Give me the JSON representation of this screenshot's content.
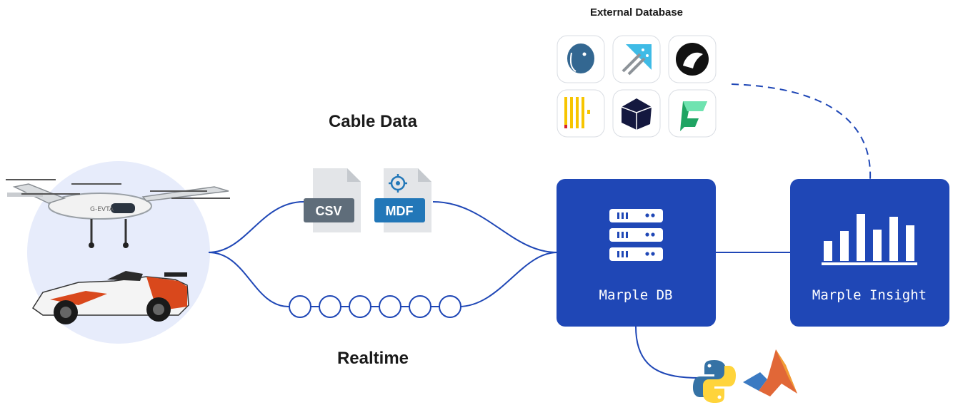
{
  "external_db": {
    "title": "External Database",
    "sources": [
      {
        "icon": "postgresql-icon",
        "color": "#336791"
      },
      {
        "icon": "timescale-icon",
        "color": "#3fbbe6"
      },
      {
        "icon": "black-fox-logo-icon",
        "color": "#111111"
      },
      {
        "icon": "questdb-bars-icon",
        "color": "#f7c500"
      },
      {
        "icon": "polygon-gem-icon",
        "color": "#14183f"
      },
      {
        "icon": "fabric-icon",
        "color": "#1fa463"
      }
    ]
  },
  "cable": {
    "title": "Cable Data",
    "files": [
      {
        "label": "CSV",
        "icon": "csv-file-icon",
        "badge_color": "#5f6d7a"
      },
      {
        "label": "MDF",
        "icon": "mdf-file-icon",
        "badge_color": "#2277b8"
      }
    ]
  },
  "realtime": {
    "title": "Realtime",
    "packet_count": 6
  },
  "vehicles": {
    "icons": [
      "evtol-aircraft-icon",
      "race-car-icon"
    ]
  },
  "marple_db": {
    "label": "Marple DB",
    "icon": "database-server-icon"
  },
  "marple_insight": {
    "label": "Marple Insight",
    "icon": "bar-chart-icon"
  },
  "integrations": {
    "icons": [
      "python-icon",
      "matlab-icon"
    ]
  },
  "colors": {
    "primary": "#1f47b6",
    "line": "#1f47b6",
    "dashed": "#1f47b6",
    "vehicle_bg": "#e7ecfb"
  }
}
